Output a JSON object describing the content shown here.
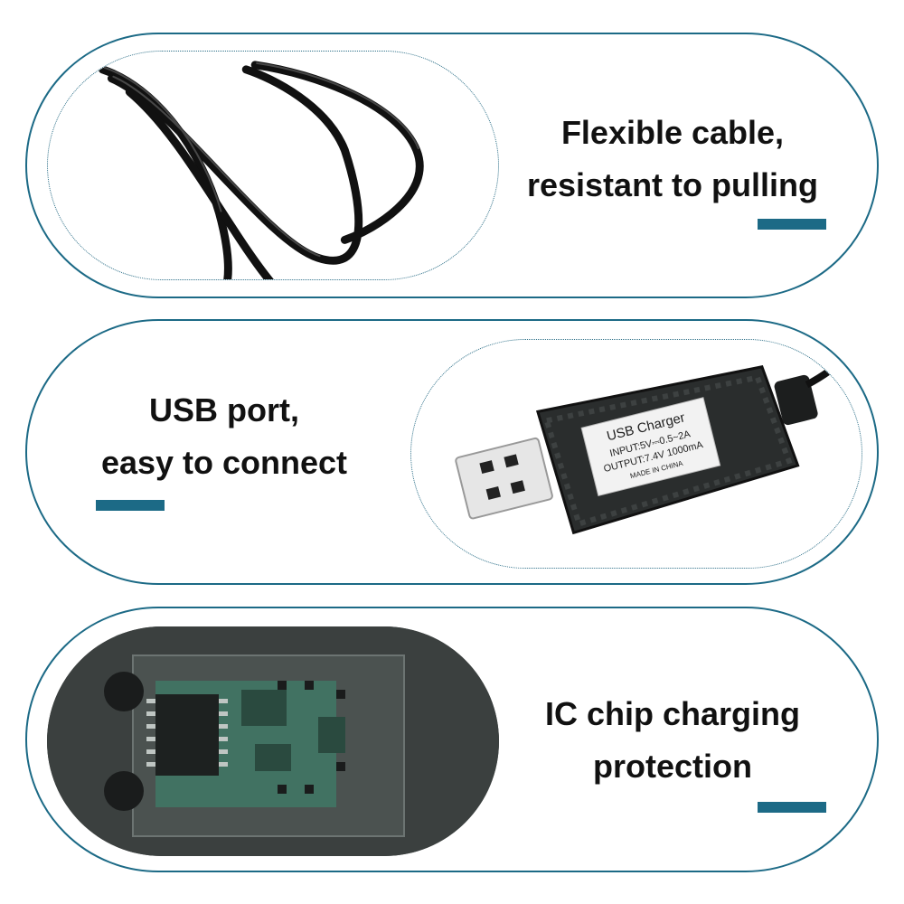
{
  "colors": {
    "accent": "#1c6a86",
    "text": "#111111",
    "background": "#ffffff"
  },
  "features": [
    {
      "caption_line1": "Flexible cable,",
      "caption_line2": "resistant to pulling",
      "image": "black-cable-coil"
    },
    {
      "caption_line1": "USB port,",
      "caption_line2": "easy to connect",
      "image": "usb-charger"
    },
    {
      "caption_line1": "IC chip charging",
      "caption_line2": "protection",
      "image": "circuit-board"
    }
  ],
  "charger_label": {
    "title": "USB Charger",
    "input": "INPUT:5V⎓0.5~2A",
    "output": "OUTPUT:7.4V 1000mA",
    "origin": "MADE IN CHINA"
  }
}
